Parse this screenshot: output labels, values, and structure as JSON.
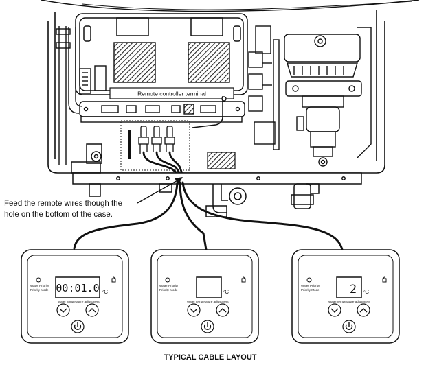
{
  "diagram": {
    "terminal_label": "Remote controller terminal",
    "instruction": {
      "line1": "Feed the remote wires though the",
      "line2": "hole on the bottom of the case."
    },
    "caption": "TYPICAL CABLE LAYOUT"
  },
  "remotes": [
    {
      "display": "00:01.0",
      "unit": "°C",
      "left_label_1": "Water Priority",
      "left_label_2": "Priority Mode",
      "sub_label": "Water temperature adjustment"
    },
    {
      "display": "",
      "unit": "°C",
      "left_label_1": "Water Priority",
      "left_label_2": "Priority Mode",
      "sub_label": "Water temperature adjustment"
    },
    {
      "display": "2",
      "unit": "°C",
      "left_label_1": "Water Priority",
      "left_label_2": "Priority Mode",
      "sub_label": "Water temperature adjustment"
    }
  ],
  "icons": {
    "down": "chevron-down-icon",
    "up": "chevron-up-icon",
    "power": "power-icon",
    "lock": "lock-icon"
  },
  "colors": {
    "line": "#111111",
    "paper": "#ffffff",
    "hatch": "#333333"
  }
}
